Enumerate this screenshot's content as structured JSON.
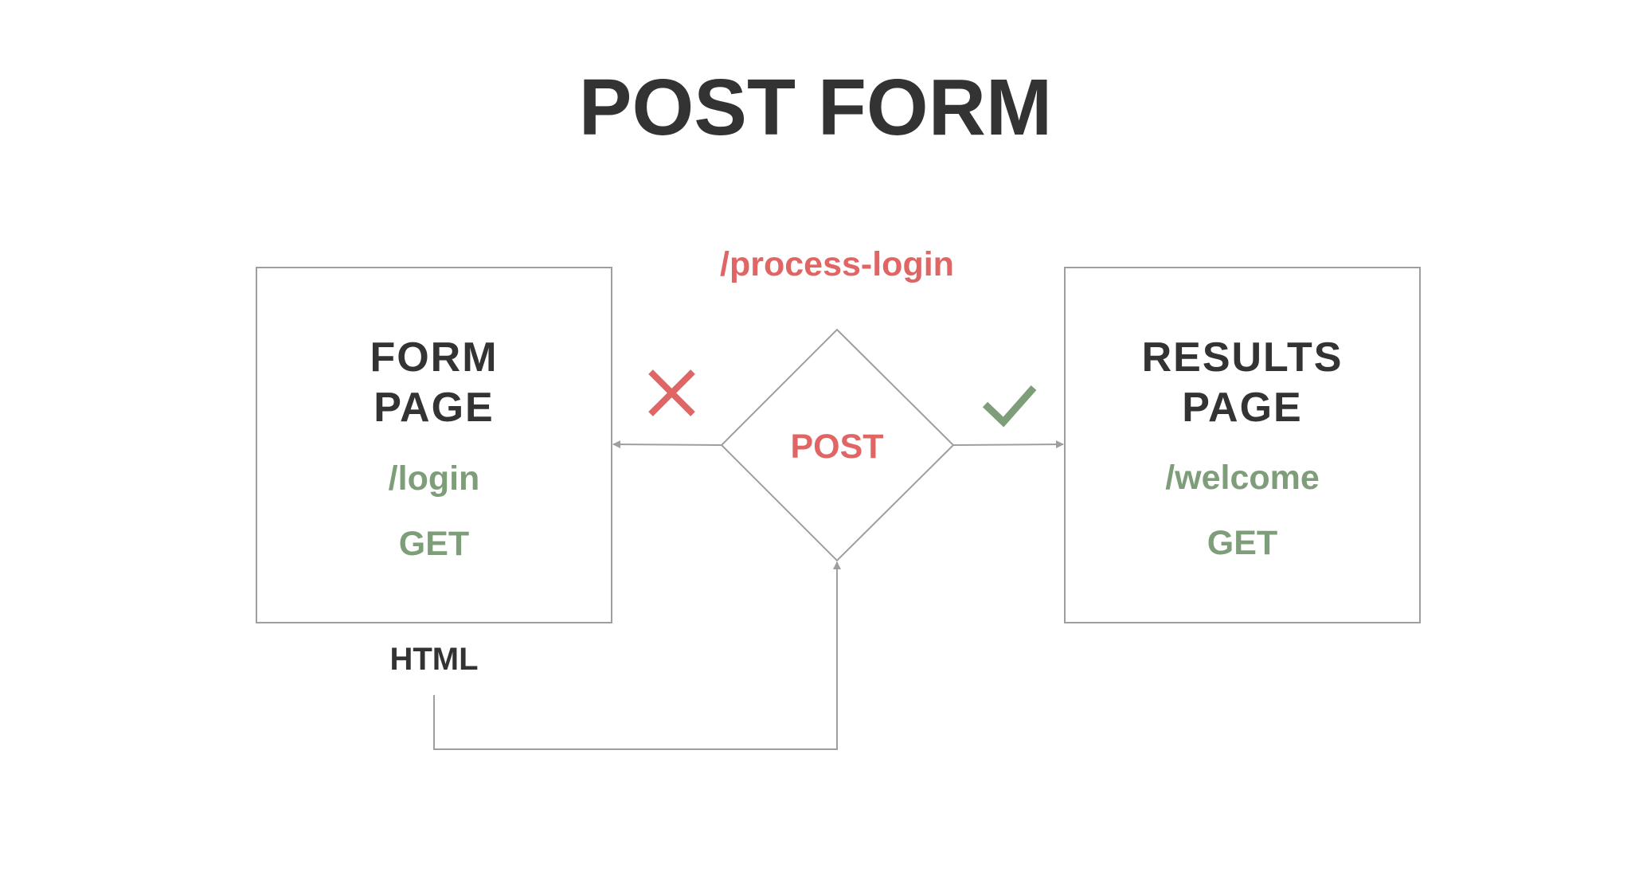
{
  "title": "POST FORM",
  "colors": {
    "dark": "#333333",
    "red": "#e06666",
    "green": "#7d9e79",
    "line": "#9e9e9e"
  },
  "form_page": {
    "line1": "FORM",
    "line2": "PAGE",
    "route": "/login",
    "method": "GET",
    "caption": "HTML"
  },
  "decision": {
    "route": "/process-login",
    "method": "POST",
    "fail_icon": "cross-icon",
    "success_icon": "check-icon"
  },
  "results_page": {
    "line1": "RESULTS",
    "line2": "PAGE",
    "route": "/welcome",
    "method": "GET"
  }
}
